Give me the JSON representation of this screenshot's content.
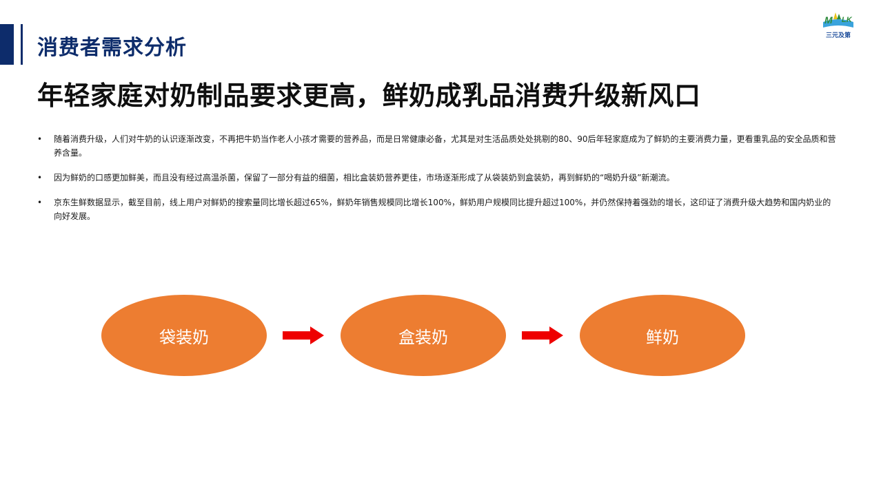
{
  "header": {
    "section_title": "消费者需求分析",
    "logo_text": "三元及第"
  },
  "headline": "年轻家庭对奶制品要求更高，鲜奶成乳品消费升级新风口",
  "bullets": [
    {
      "marker": "•",
      "text": "随着消费升级，人们对牛奶的认识逐渐改变，不再把牛奶当作老人小孩才需要的营养品，而是日常健康必备，尤其是对生活品质处处挑剔的80、90后年轻家庭成为了鲜奶的主要消费力量，更看重乳品的安全品质和营养含量。"
    },
    {
      "marker": "•",
      "text": "因为鲜奶的口感更加鲜美，而且没有经过高温杀菌，保留了一部分有益的细菌，相比盒装奶营养更佳，市场逐渐形成了从袋装奶到盒装奶，再到鲜奶的“喝奶升级”新潮流。"
    },
    {
      "marker": "•",
      "text": "京东生鲜数据显示，截至目前，线上用户对鲜奶的搜索量同比增长超过65%，鲜奶年销售规模同比增长100%，鲜奶用户规模同比提升超过100%，并仍然保持着强劲的增长，这印证了消费升级大趋势和国内奶业的向好发展。"
    }
  ],
  "flow": {
    "steps": [
      "袋装奶",
      "盒装奶",
      "鲜奶"
    ],
    "colors": {
      "node": "#ed7d31",
      "arrow": "#ee0000",
      "brand": "#0d2c6b"
    }
  }
}
